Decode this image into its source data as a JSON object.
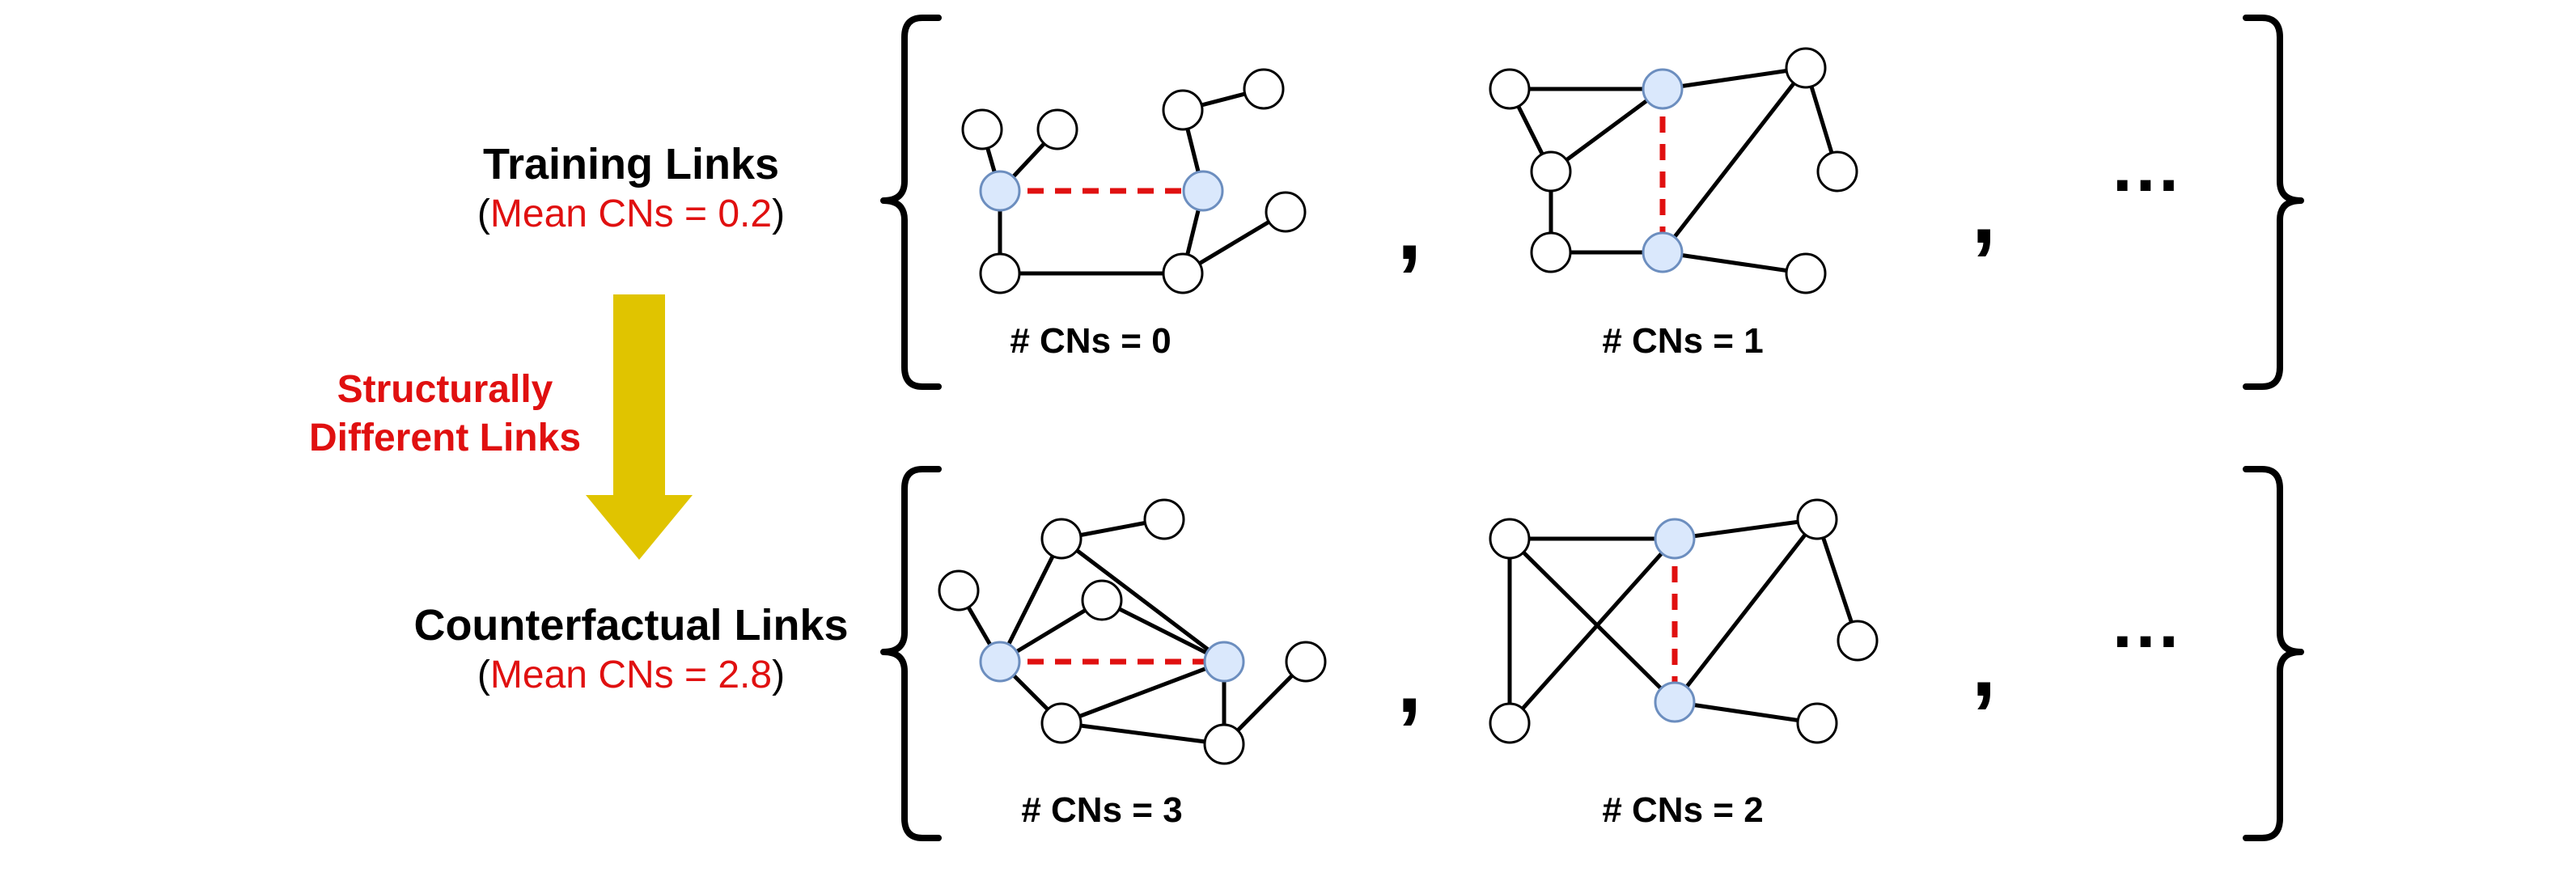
{
  "rows": [
    {
      "title": "Training Links",
      "sub_open": "(",
      "sub_red": "Mean CNs = 0.2",
      "sub_close": ")",
      "graphs": [
        {
          "caption": "# CNs = 0",
          "nodes": [
            [
              0,
              1214,
              160
            ],
            [
              0,
              1307,
              160
            ],
            [
              0,
              1462,
              136
            ],
            [
              0,
              1562,
              110
            ],
            [
              0,
              1589,
              262
            ],
            [
              1,
              1236,
              236
            ],
            [
              1,
              1487,
              236
            ],
            [
              0,
              1236,
              338
            ],
            [
              0,
              1462,
              338
            ]
          ],
          "edges": [
            [
              0,
              5
            ],
            [
              1,
              5
            ],
            [
              2,
              6
            ],
            [
              2,
              3
            ],
            [
              5,
              7
            ],
            [
              7,
              8
            ],
            [
              6,
              8
            ],
            [
              8,
              4
            ]
          ],
          "target": [
            5,
            6
          ]
        },
        {
          "caption": "# CNs = 1",
          "nodes": [
            [
              0,
              1866,
              110
            ],
            [
              1,
              2055,
              110
            ],
            [
              0,
              2232,
              84
            ],
            [
              0,
              1917,
              212
            ],
            [
              0,
              2271,
              212
            ],
            [
              0,
              1917,
              312
            ],
            [
              1,
              2055,
              312
            ],
            [
              0,
              2232,
              338
            ]
          ],
          "edges": [
            [
              0,
              1
            ],
            [
              1,
              2
            ],
            [
              0,
              3
            ],
            [
              3,
              1
            ],
            [
              2,
              4
            ],
            [
              3,
              5
            ],
            [
              5,
              6
            ],
            [
              6,
              2
            ],
            [
              6,
              7
            ]
          ],
          "target": [
            1,
            6
          ]
        }
      ],
      "commas": [
        ",",
        ","
      ],
      "ellipsis": "…"
    },
    {
      "title": "Counterfactual Links",
      "sub_open": "(",
      "sub_red": "Mean CNs = 2.8",
      "sub_close": ")",
      "graphs": [
        {
          "caption": "# CNs = 3",
          "nodes": [
            [
              0,
              1312,
              666
            ],
            [
              0,
              1439,
              642
            ],
            [
              0,
              1185,
              730
            ],
            [
              0,
              1362,
              742
            ],
            [
              1,
              1236,
              818
            ],
            [
              1,
              1513,
              818
            ],
            [
              0,
              1614,
              818
            ],
            [
              0,
              1312,
              894
            ],
            [
              0,
              1513,
              920
            ]
          ],
          "edges": [
            [
              0,
              1
            ],
            [
              2,
              4
            ],
            [
              0,
              4
            ],
            [
              4,
              3
            ],
            [
              3,
              5
            ],
            [
              0,
              5
            ],
            [
              4,
              7
            ],
            [
              7,
              5
            ],
            [
              7,
              8
            ],
            [
              5,
              8
            ],
            [
              8,
              6
            ]
          ],
          "target": [
            4,
            5
          ]
        },
        {
          "caption": "# CNs = 2",
          "nodes": [
            [
              0,
              1866,
              666
            ],
            [
              1,
              2070,
              666
            ],
            [
              0,
              2246,
              642
            ],
            [
              0,
              2296,
              792
            ],
            [
              1,
              2070,
              868
            ],
            [
              0,
              1866,
              894
            ],
            [
              0,
              2246,
              894
            ]
          ],
          "edges": [
            [
              0,
              1
            ],
            [
              1,
              2
            ],
            [
              2,
              3
            ],
            [
              0,
              5
            ],
            [
              0,
              4
            ],
            [
              5,
              1
            ],
            [
              4,
              2
            ],
            [
              4,
              6
            ]
          ],
          "target": [
            1,
            4
          ]
        }
      ],
      "commas": [
        ",",
        ","
      ],
      "ellipsis": "…"
    }
  ],
  "arrow_label_line1": "Structurally",
  "arrow_label_line2": "Different Links",
  "colors": {
    "node_fill": "#ffffff",
    "target_fill": "#dae8fc",
    "target_stroke": "#6c8ebf",
    "target_edge": "#e01010",
    "arrow": "#e0c400",
    "accent": "#e01010"
  }
}
